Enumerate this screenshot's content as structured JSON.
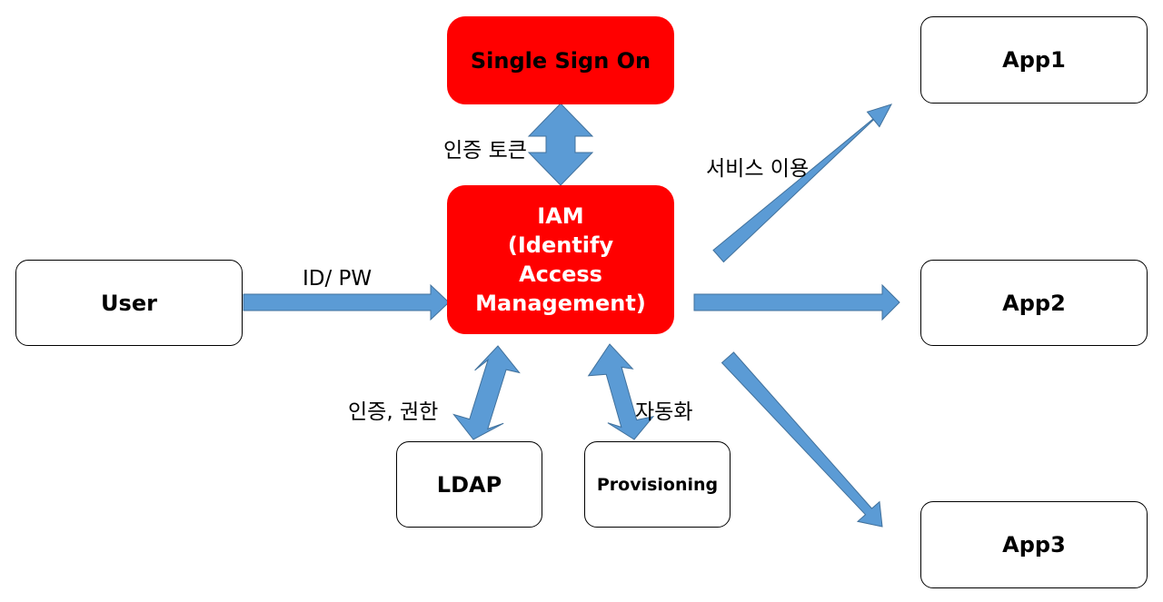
{
  "diagram": {
    "nodes": {
      "sso": "Single Sign On",
      "iam_line1": "IAM",
      "iam_line2": "(Identify",
      "iam_line3": "Access",
      "iam_line4": "Management)",
      "user": "User",
      "app1": "App1",
      "app2": "App2",
      "app3": "App3",
      "ldap": "LDAP",
      "provisioning": "Provisioning"
    },
    "edges": {
      "token": "인증 토큰",
      "service": "서비스 이용",
      "idpw": "ID/ PW",
      "auth": "인증, 권한",
      "automation": "자동화"
    }
  },
  "colors": {
    "accent_red": "#ff0000",
    "arrow_fill": "#5b9bd5",
    "arrow_stroke": "#41719c"
  }
}
